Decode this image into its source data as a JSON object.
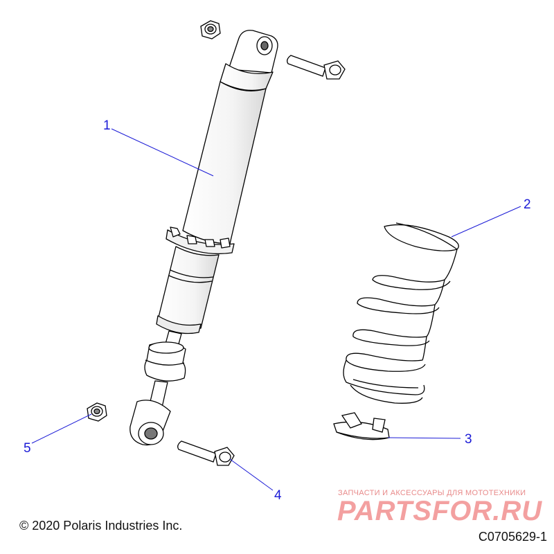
{
  "diagram": {
    "callouts": [
      "1",
      "2",
      "3",
      "4",
      "5"
    ],
    "parts": [
      "shock-absorber",
      "coil-spring",
      "spring-retainer",
      "flange-bolt",
      "flange-nut"
    ],
    "line_color": "#1a1ad6"
  },
  "footer": {
    "copyright": "© 2020 Polaris Industries Inc.",
    "diagram_id": "C0705629-1"
  },
  "watermark": {
    "tagline": "ЗАПЧАСТИ И АКСЕССУАРЫ ДЛЯ МОТОТЕХНИКИ",
    "logo": "PARTSFOR.RU",
    "color": "#f3a0a0"
  }
}
